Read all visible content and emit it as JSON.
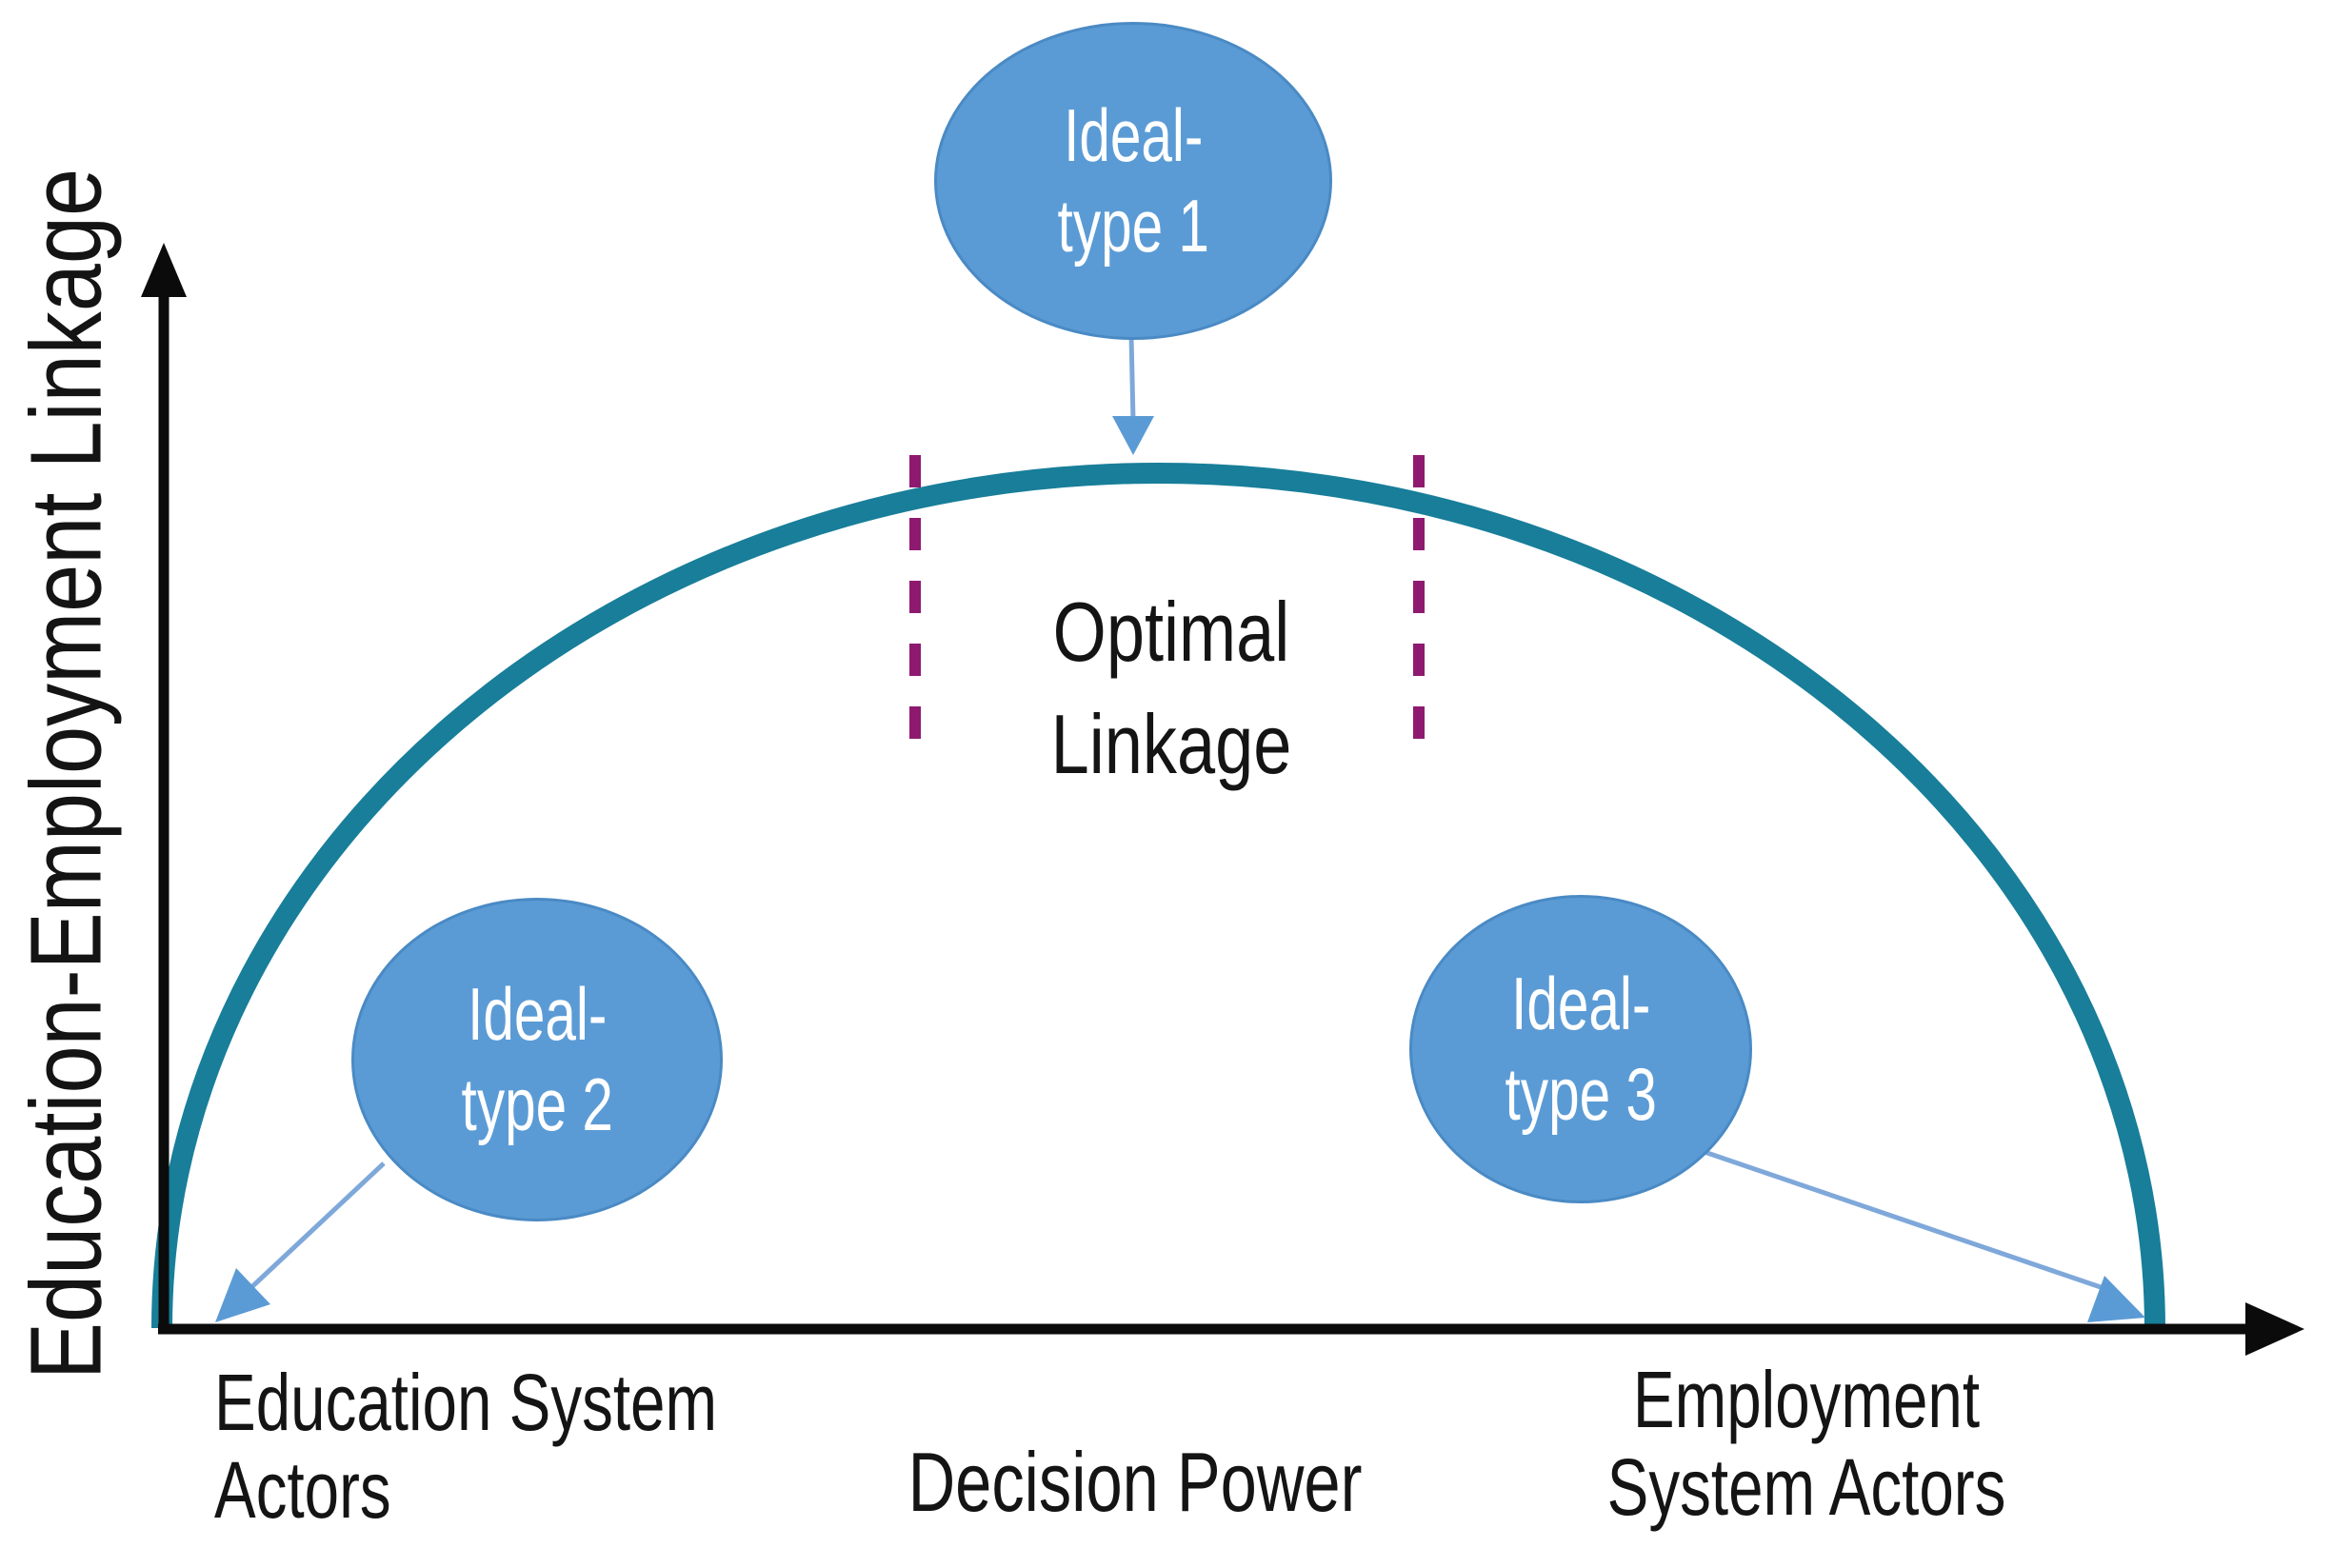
{
  "figure": {
    "description_visible_text_only": true
  },
  "colors": {
    "background": "#ffffff",
    "curve": "#187e99",
    "dash": "#8e1a70",
    "axis": "#0b0b0b",
    "label-text": "#141414",
    "node-fill": "#5b9bd5",
    "node-border": "#4a8ac4",
    "node-text": "#ffffff",
    "arrow-line": "#7fa8da",
    "arrow-head": "#5b9bd5"
  },
  "axes": {
    "y_label": "Education-Employment Linkage",
    "x_label": "Decision Power",
    "x_left_label": {
      "line1": "Education System",
      "line2": "Actors"
    },
    "x_right_label": {
      "line1": "Employment",
      "line2": "System Actors"
    }
  },
  "annotations": {
    "optimal_label": {
      "line1": "Optimal",
      "line2": "Linkage"
    }
  },
  "nodes": [
    {
      "id": "ideal-type-1",
      "line1": "Ideal-",
      "line2": "type 1"
    },
    {
      "id": "ideal-type-2",
      "line1": "Ideal-",
      "line2": "type 2"
    },
    {
      "id": "ideal-type-3",
      "line1": "Ideal-",
      "line2": "type 3"
    }
  ]
}
